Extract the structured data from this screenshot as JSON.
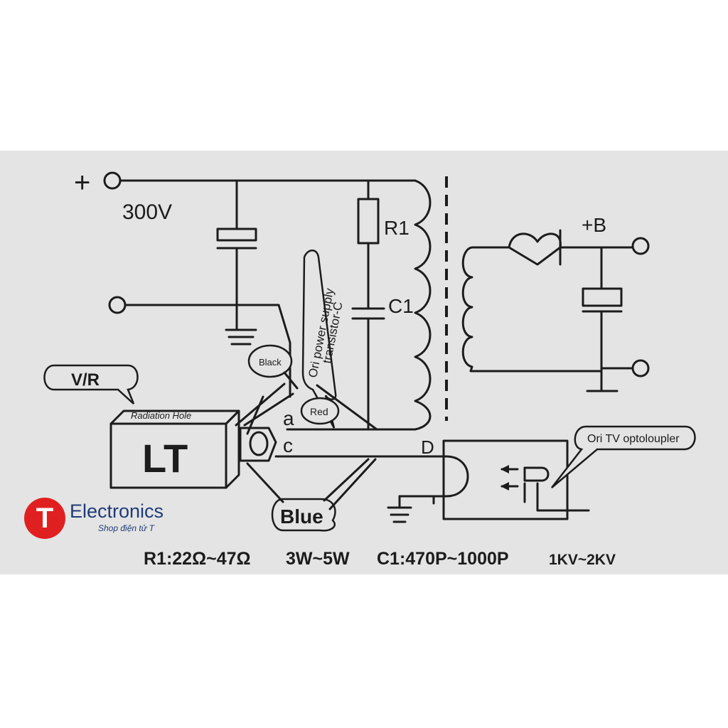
{
  "labels": {
    "plus": "+",
    "voltage": "300V",
    "r1": "R1",
    "c1": "C1",
    "plus_b": "+B",
    "note_transistor_line1": "Ori power supply",
    "note_transistor_line2": "transistor-C",
    "black": "Black",
    "red": "Red",
    "blue": "Blue",
    "vr": "V/R",
    "radiation_hole": "Radiation Hole",
    "lt": "LT",
    "pin_a": "a",
    "pin_c": "c",
    "pin_d": "D",
    "optocoupler": "Ori TV optoloupler"
  },
  "logo": {
    "name": "Electronics",
    "tagline": "Shop điện tử T",
    "badge_letter": "T",
    "badge_color": "#e02020",
    "name_color": "#1f3b78"
  },
  "specs": {
    "r1": "R1:22Ω~47Ω",
    "power": "3W~5W",
    "c1": "C1:470P~1000P",
    "voltage_rating": "1KV~2KV"
  },
  "colors": {
    "ink": "#1c1c1c",
    "paper": "#e4e4e4"
  }
}
